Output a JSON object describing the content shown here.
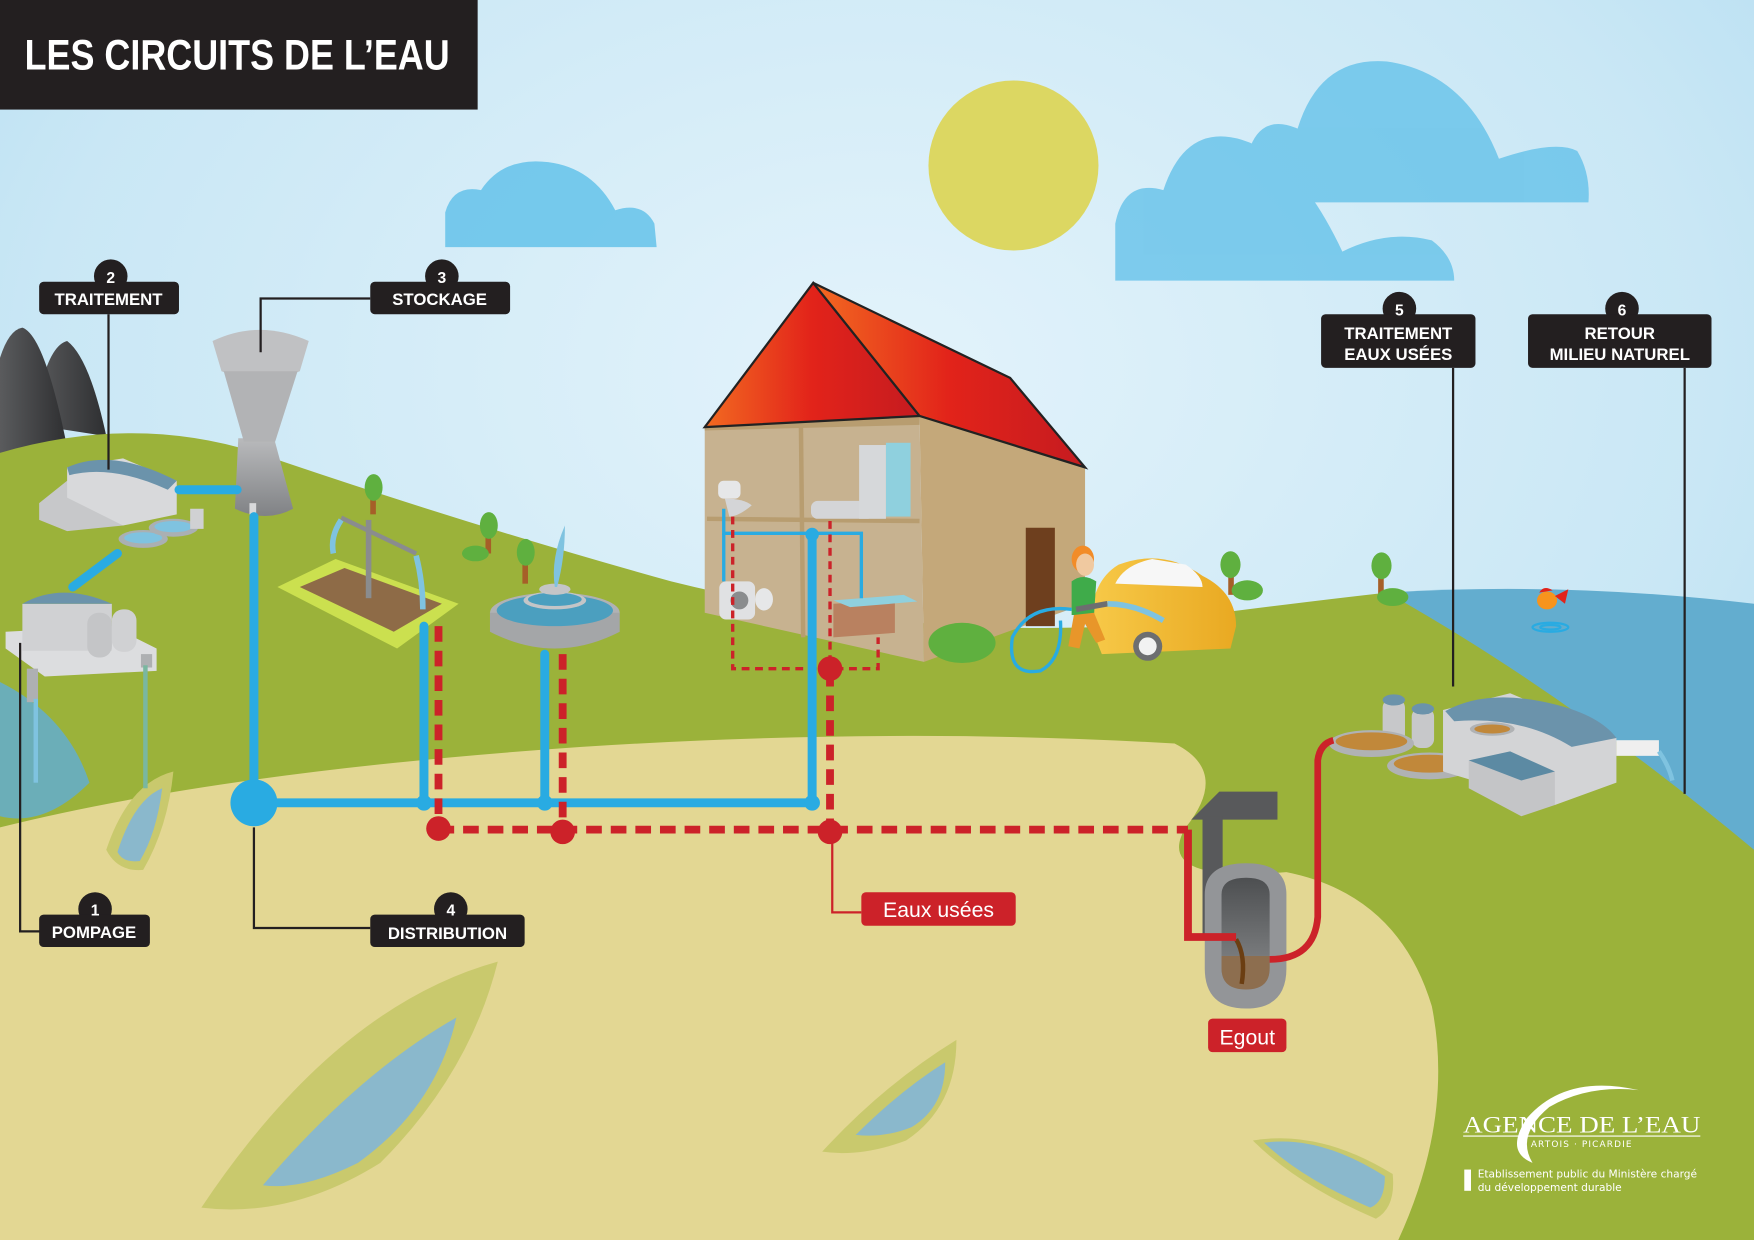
{
  "title": "LES CIRCUITS DE L’EAU",
  "steps": [
    {
      "number": "1",
      "lines": [
        "POMPAGE"
      ]
    },
    {
      "number": "2",
      "lines": [
        "TRAITEMENT"
      ]
    },
    {
      "number": "3",
      "lines": [
        "STOCKAGE"
      ]
    },
    {
      "number": "4",
      "lines": [
        "DISTRIBUTION"
      ]
    },
    {
      "number": "5",
      "lines": [
        "TRAITEMENT",
        "EAUX USÉES"
      ]
    },
    {
      "number": "6",
      "lines": [
        "RETOUR",
        "MILIEU NATUREL"
      ]
    }
  ],
  "red_labels": {
    "wastewater": "Eaux usées",
    "sewer": "Egout"
  },
  "logo": {
    "name": "AGENCE DE L’EAU",
    "region": "ARTOIS · PICARDIE",
    "tagline_line1": "Etablissement public du Ministère chargé",
    "tagline_line2": "du développement durable"
  },
  "colors": {
    "clean_water": "#29abe2",
    "wastewater": "#cc2229",
    "label_bg": "#231f20",
    "grass": "#9bb23a",
    "sand": "#e3d793",
    "sea": "#63adcf",
    "sun": "#dcd762",
    "roof": "#e2231a"
  }
}
